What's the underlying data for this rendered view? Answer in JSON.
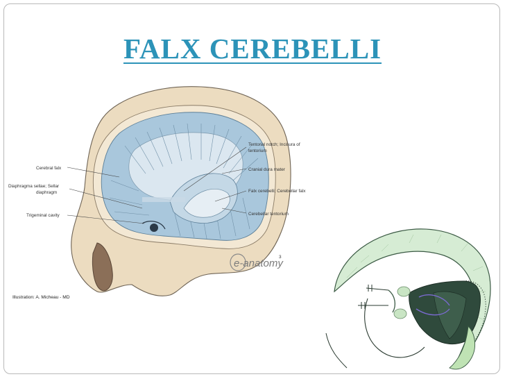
{
  "slide": {
    "title": "FALX CEREBELLI"
  },
  "illustration": {
    "labels": {
      "cerebral_falx": "Cerebral falx",
      "diaphragma_line1": "Diaphragma sellae; Sellar",
      "diaphragma_line2": "diaphragm",
      "trigeminal_cavity": "Trigeminal cavity",
      "tentorial_notch_line1": "Tentorial notch; Incisura of",
      "tentorial_notch_line2": "tentorium",
      "cranial_dura": "Cranial dura mater",
      "falx_cerebelli": "Falx cerebelli; Cerebellar falx",
      "cerebellar_tentorium": "Cerebellar tentorium"
    },
    "credit": "Illustration: A. Micheau - MD",
    "watermark": "e-anatomy",
    "watermark_sup": "3"
  },
  "colors": {
    "title": "#2c93b8",
    "skull": "#ecdcc0",
    "dura": "#a9c7dc",
    "falx_green_light": "#d6ecd4",
    "falx_green_dark": "#2f4a3c"
  }
}
